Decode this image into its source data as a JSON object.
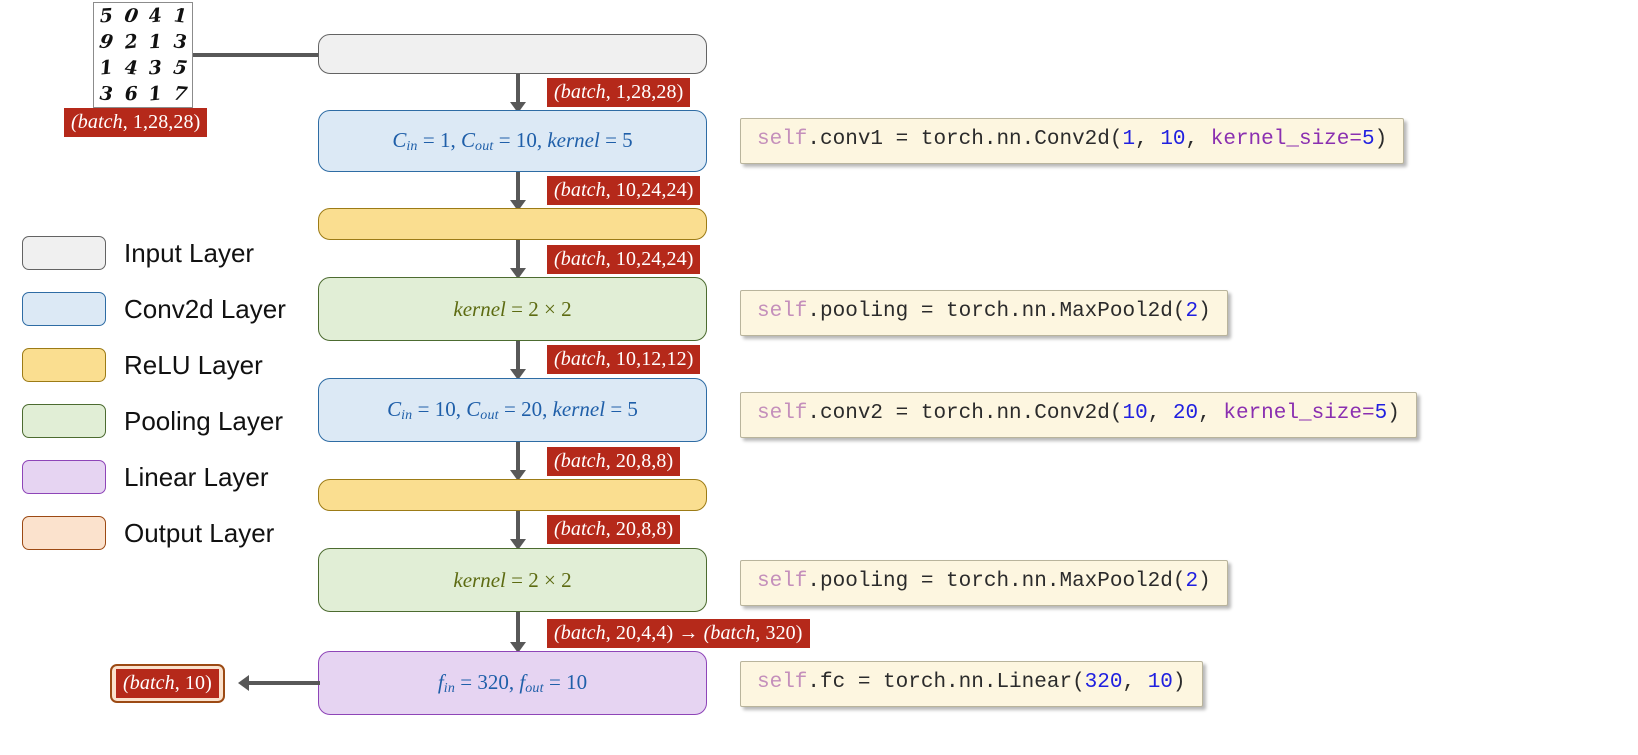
{
  "input_thumbnail": {
    "name": "mnist-sample-grid",
    "digits": [
      "5",
      "0",
      "4",
      "1",
      "9",
      "2",
      "1",
      "3",
      "1",
      "4",
      "3",
      "5",
      "3",
      "6",
      "1",
      "7"
    ],
    "shape_label": "(batch, 1,28,28)"
  },
  "legend": {
    "items": [
      {
        "label": "Input Layer",
        "swatch": "sw-input",
        "color": "#f0f0f0",
        "border": "#636363"
      },
      {
        "label": "Conv2d Layer",
        "swatch": "sw-conv",
        "color": "#dce9f5",
        "border": "#2e6ca4"
      },
      {
        "label": "ReLU Layer",
        "swatch": "sw-relu",
        "color": "#fade90",
        "border": "#9c7b16"
      },
      {
        "label": "Pooling Layer",
        "swatch": "sw-pool",
        "color": "#e1eed6",
        "border": "#4c6b30"
      },
      {
        "label": "Linear Layer",
        "swatch": "sw-linear",
        "color": "#e6d4f2",
        "border": "#8e45b8"
      },
      {
        "label": "Output Layer",
        "swatch": "sw-output",
        "color": "#fbe2cd",
        "border": "#9c4a14"
      }
    ]
  },
  "layers": {
    "input": {
      "text": ""
    },
    "conv1": {
      "cin_label": "C",
      "cin_sub": "in",
      "cin_value": "1",
      "cout_label": "C",
      "cout_sub": "out",
      "cout_value": "10",
      "kernel_label": "kernel",
      "kernel_value": "5"
    },
    "relu1": {
      "text": ""
    },
    "pool1": {
      "kernel_label": "kernel",
      "kernel_value": "2 × 2"
    },
    "conv2": {
      "cin_label": "C",
      "cin_sub": "in",
      "cin_value": "10",
      "cout_label": "C",
      "cout_sub": "out",
      "cout_value": "20",
      "kernel_label": "kernel",
      "kernel_value": "5"
    },
    "relu2": {
      "text": ""
    },
    "pool2": {
      "kernel_label": "kernel",
      "kernel_value": "2 × 2"
    },
    "fc": {
      "fin_label": "f",
      "fin_sub": "in",
      "fin_value": "320",
      "fout_label": "f",
      "fout_sub": "out",
      "fout_value": "10"
    }
  },
  "shapes": {
    "after_input": "(batch, 1,28,28)",
    "after_conv1": "(batch, 10,24,24)",
    "after_relu1": "(batch, 10,24,24)",
    "after_pool1": "(batch, 10,12,12)",
    "after_conv2": "(batch, 20,8,8)",
    "after_relu2": "(batch, 20,8,8)",
    "after_pool2": "(batch, 20,4,4) → (batch, 320)",
    "output": "(batch, 10)"
  },
  "code": {
    "conv1": {
      "self": "self",
      "rest": ".conv1 = torch.nn.Conv2d(",
      "a": "1",
      "sep": ",  ",
      "b": "10",
      "sep2": ",  ",
      "kw": "kernel_size=",
      "c": "5",
      "close": ")"
    },
    "pool1": {
      "self": "self",
      "rest": ".pooling = torch.nn.MaxPool2d(",
      "a": "2",
      "close": ")"
    },
    "conv2": {
      "self": "self",
      "rest": ".conv2 = torch.nn.Conv2d(",
      "a": "10",
      "sep": ",  ",
      "b": "20",
      "sep2": ",  ",
      "kw": "kernel_size=",
      "c": "5",
      "close": ")"
    },
    "pool2": {
      "self": "self",
      "rest": ".pooling = torch.nn.MaxPool2d(",
      "a": "2",
      "close": ")"
    },
    "fc": {
      "self": "self",
      "rest": ".fc = torch.nn.Linear(",
      "a": "320",
      "sep": ",  ",
      "b": "10",
      "close": ")"
    }
  },
  "palette": {
    "badge_red": "#b5291a",
    "arrow_gray": "#585858",
    "code_bg": "#fdf6e0"
  }
}
